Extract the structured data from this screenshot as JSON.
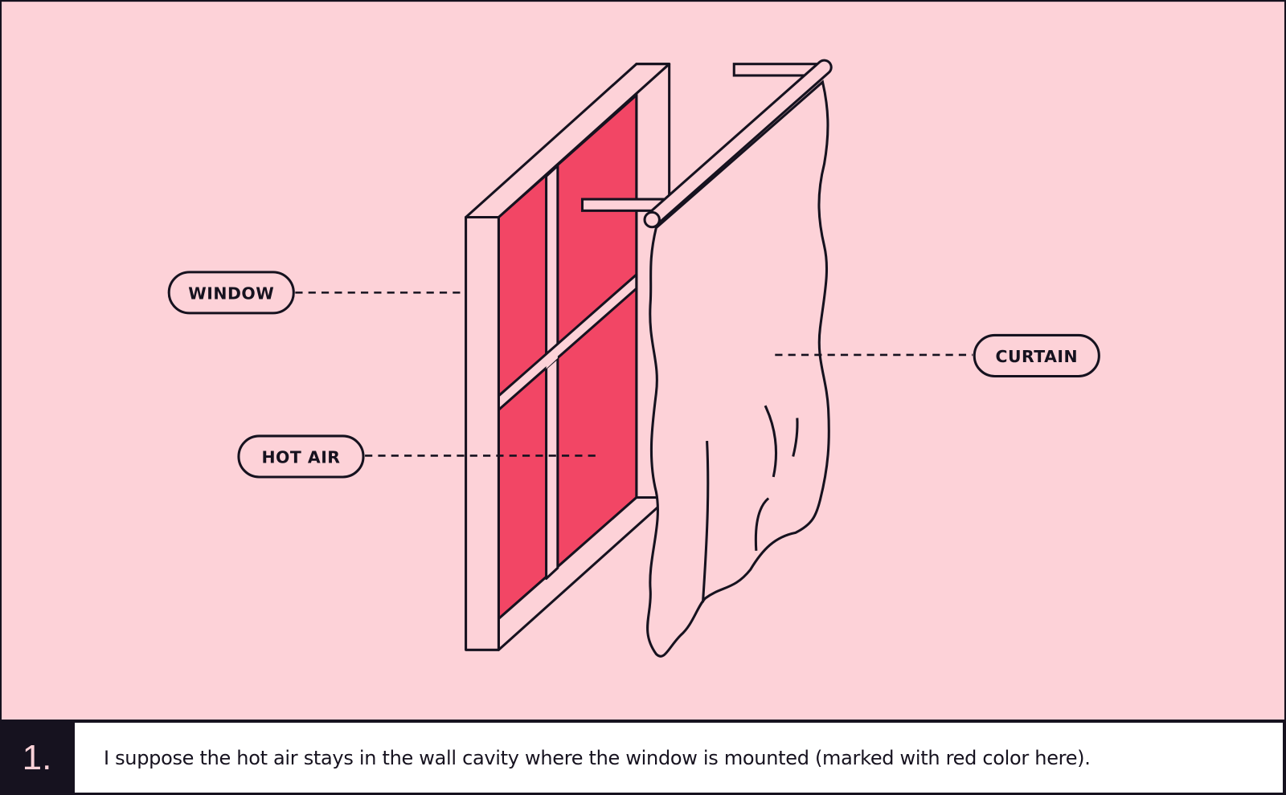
{
  "colors": {
    "background": "#fdd2d8",
    "hot_air": "#f24665",
    "ink": "#16121f",
    "footer": "#16121f"
  },
  "labels": {
    "window": "WINDOW",
    "hot_air": "HOT AIR",
    "curtain": "CURTAIN"
  },
  "footer": {
    "step_number": "1.",
    "caption": "I suppose the hot air stays in the wall cavity where the window is mounted (marked with red color here)."
  }
}
